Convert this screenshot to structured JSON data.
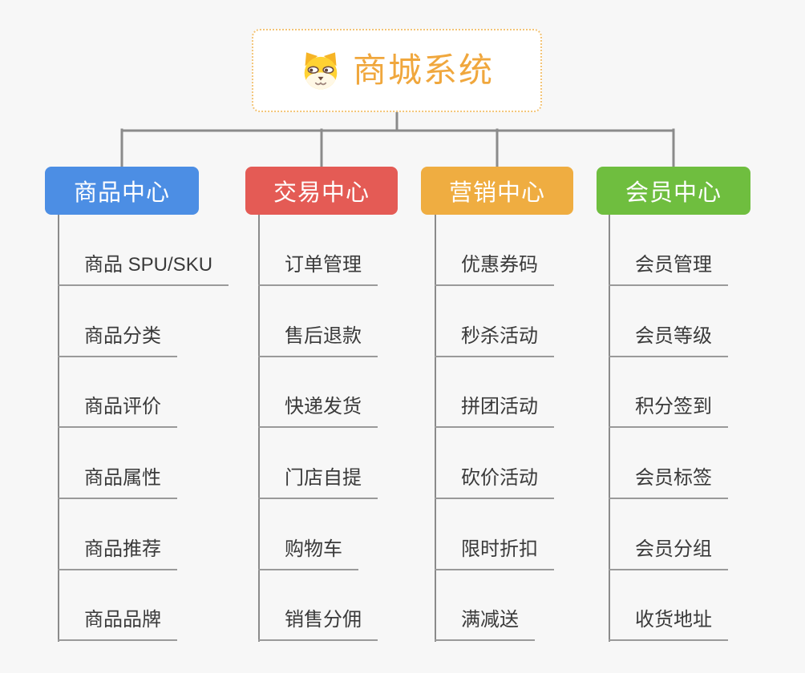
{
  "root": {
    "title": "商城系统",
    "icon": "dog-face-icon"
  },
  "branches": [
    {
      "label": "商品中心",
      "color": "#4c8ee4",
      "items": [
        "商品 SPU/SKU",
        "商品分类",
        "商品评价",
        "商品属性",
        "商品推荐",
        "商品品牌"
      ]
    },
    {
      "label": "交易中心",
      "color": "#e45b55",
      "items": [
        "订单管理",
        "售后退款",
        "快递发货",
        "门店自提",
        "购物车",
        "销售分佣"
      ]
    },
    {
      "label": "营销中心",
      "color": "#efad41",
      "items": [
        "优惠券码",
        "秒杀活动",
        "拼团活动",
        "砍价活动",
        "限时折扣",
        "满减送"
      ]
    },
    {
      "label": "会员中心",
      "color": "#6fbe3f",
      "items": [
        "会员管理",
        "会员等级",
        "积分签到",
        "会员标签",
        "会员分组",
        "收货地址"
      ]
    }
  ],
  "colors": {
    "background": "#f7f7f7",
    "root_text": "#f0a73d",
    "root_border": "#f3c477",
    "connector": "#8b8b8b",
    "leaf_underline": "#9a9a9a",
    "leaf_text": "#3a3a3a"
  }
}
